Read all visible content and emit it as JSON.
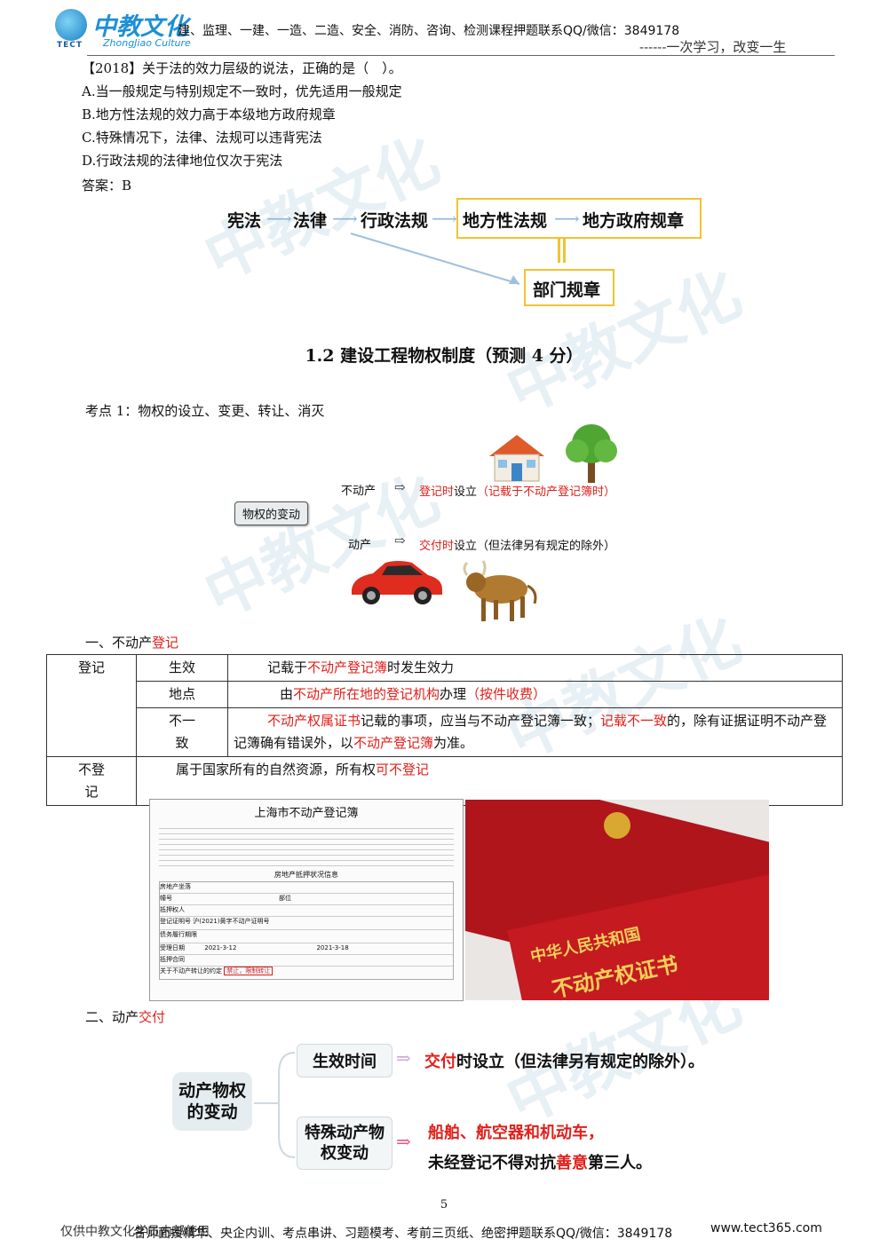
{
  "header": {
    "logo_cn": "中教文化",
    "logo_en": "ZhongJiao Culture",
    "logo_tect": "TECT",
    "line1": "建、监理、一建、一造、二造、安全、消防、咨询、检测课程押题联系QQ/微信：3849178",
    "line2": "------一次学习，改变一生"
  },
  "question": {
    "stem": "【2018】关于法的效力层级的说法，正确的是（　）。",
    "options": [
      "A.当一般规定与特别规定不一致时，优先适用一般规定",
      "B.地方性法规的效力高于本级地方政府规章",
      "C.特殊情况下，法律、法规可以违背宪法",
      "D.行政法规的法律地位仅次于宪法"
    ],
    "answer": "答案：B"
  },
  "hierarchy": {
    "nodes": [
      "宪法",
      "法律",
      "行政法规",
      "地方性法规",
      "地方政府规章",
      "部门规章"
    ],
    "equal_sign": "||"
  },
  "section_title": "1.2  建设工程物权制度（预测 4 分）",
  "topic": "考点 1：物权的设立、变更、转让、消灭",
  "property_change": {
    "center": "物权的变动",
    "immovable_label": "不动产",
    "immovable_red": "登记时",
    "immovable_text": "设立",
    "immovable_note": "（记载于不动产登记簿时）",
    "movable_label": "动产",
    "movable_red": "交付时",
    "movable_text": "设立（但法律另有规定的除外）"
  },
  "immovable_heading": {
    "prefix": "一、不动产",
    "red": "登记"
  },
  "table": {
    "r1c1": "登记",
    "r1c2": "生效",
    "r1c3a": "记载于",
    "r1c3b": "不动产登记簿",
    "r1c3c": "时发生效力",
    "r2c2": "地点",
    "r2c3a": "由",
    "r2c3b": "不动产所在地的登记机构",
    "r2c3c": "办理",
    "r2c3d": "（按件收费）",
    "r3c2": "不一致",
    "r3c3a": "不动产权属证书",
    "r3c3b": "记载的事项，应当与不动产登记簿一致；",
    "r3c3c": "记载不一致",
    "r3c3d": "的，除有证据证明不动产登记簿确有错误外，以",
    "r3c3e": "不动产登记簿",
    "r3c3f": "为准。",
    "r4c1": "不登记",
    "r4c2a": "属于国家所有的自然资源，所有权",
    "r4c2b": "可不登记"
  },
  "register_image": {
    "title": "上海市不动产登记簿",
    "subtitle": "房地产抵押状况信息",
    "rows": [
      "房地产坐落",
      "幢号",
      "部位",
      "抵押权人",
      "登记证明号",
      "债务履行期限",
      "受理日期",
      "抵押合同",
      "关于不动产转让的约定"
    ],
    "cert_no": "沪(2021)黄字不动产证明号",
    "date1": "2021-3-12",
    "date2": "2021-3-18",
    "stamp": "禁止，限制转让"
  },
  "certificate_image": {
    "line1": "中华人民共和国",
    "line2": "不动产权证书"
  },
  "movable_heading": {
    "prefix": "二、动产",
    "red": "交付"
  },
  "movable_diagram": {
    "root": "动产物权的变动",
    "b1": "生效时间",
    "b1_red": "交付",
    "b1_text": "时设立（但法律另有规定的除外）。",
    "b2": "特殊动产物权变动",
    "b2_red": "船舶、航空器和机动车，",
    "b2_text_a": "未经登记不得对抗",
    "b2_text_red": "善意",
    "b2_text_b": "第三人。"
  },
  "footer": {
    "page": "5",
    "line_a": "仅供中教文化学员内部使用",
    "line_b": "名师面授精华、央企内训、考点串讲、习题模考、考前三页纸、绝密押题联系QQ/微信：3849178",
    "site": "www.tect365.com"
  }
}
